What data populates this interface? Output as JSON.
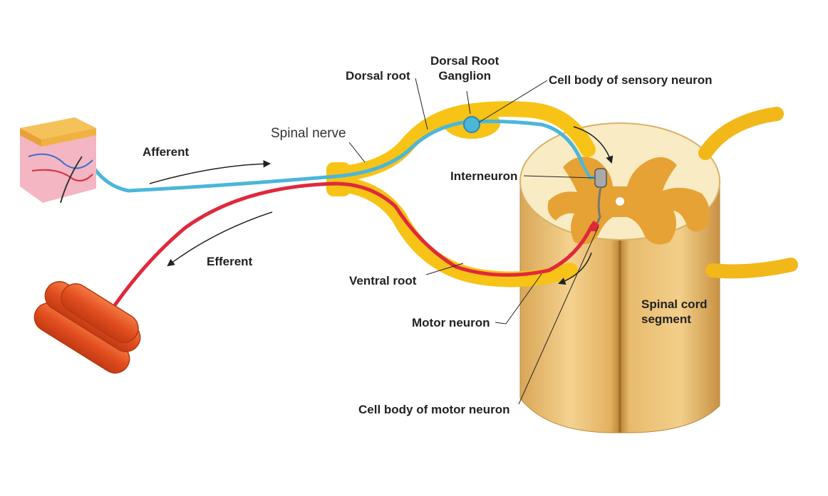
{
  "labels": {
    "dorsal_root": "Dorsal root",
    "drg_line1": "Dorsal Root",
    "drg_line2": "Ganglion",
    "sensory_cell_body": "Cell body of sensory neuron",
    "spinal_nerve": "Spinal nerve",
    "afferent": "Afferent",
    "interneuron": "Interneuron",
    "efferent": "Efferent",
    "ventral_root": "Ventral root",
    "motor_neuron": "Motor neuron",
    "spinal_cord_line1": "Spinal cord",
    "spinal_cord_line2": "segment",
    "motor_cell_body": "Cell body of motor neuron"
  },
  "colors": {
    "sensory_neuron": "#4bb6d9",
    "motor_neuron": "#e0283c",
    "nerve_sheath": "#f7c316",
    "cord_outer": "#e3b262",
    "cord_cross_section": "#f9ebc3",
    "grey_matter": "#e6a234",
    "muscle": "#ee5a2a"
  }
}
